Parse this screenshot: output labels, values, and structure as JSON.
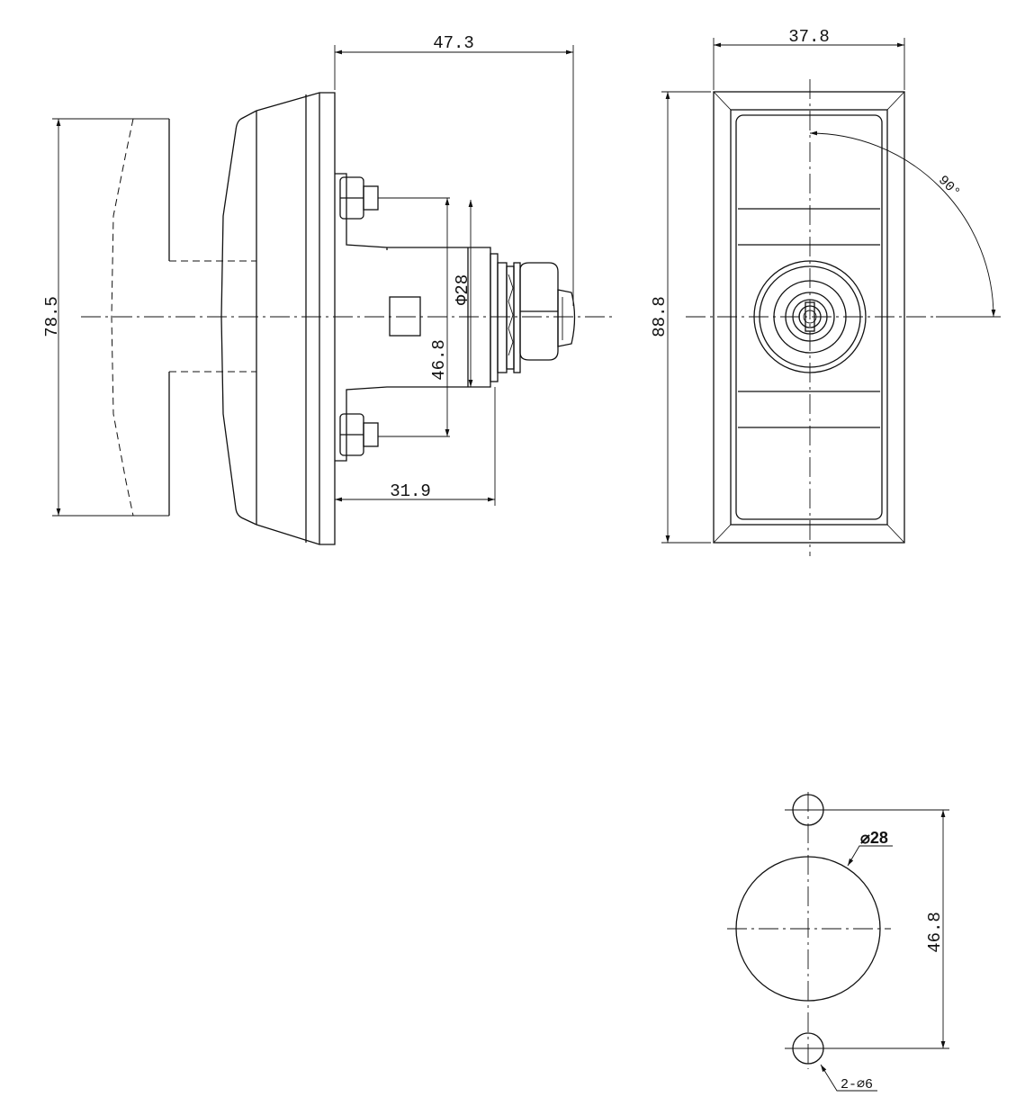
{
  "side_view": {
    "dim_overall_depth": "47.3",
    "dim_height": "78.5",
    "dim_cylinder_dia": "Φ28",
    "dim_bolt_spacing": "46.8",
    "dim_body_depth": "31.9"
  },
  "front_view": {
    "dim_width": "37.8",
    "dim_height": "88.8",
    "rotation_angle": "90°"
  },
  "cutout_view": {
    "dim_hole_dia": "⌀28",
    "dim_hole_spacing": "46.8",
    "dim_small_holes": "2-⌀6"
  },
  "colors": {
    "line": "#111111",
    "background": "#ffffff"
  }
}
